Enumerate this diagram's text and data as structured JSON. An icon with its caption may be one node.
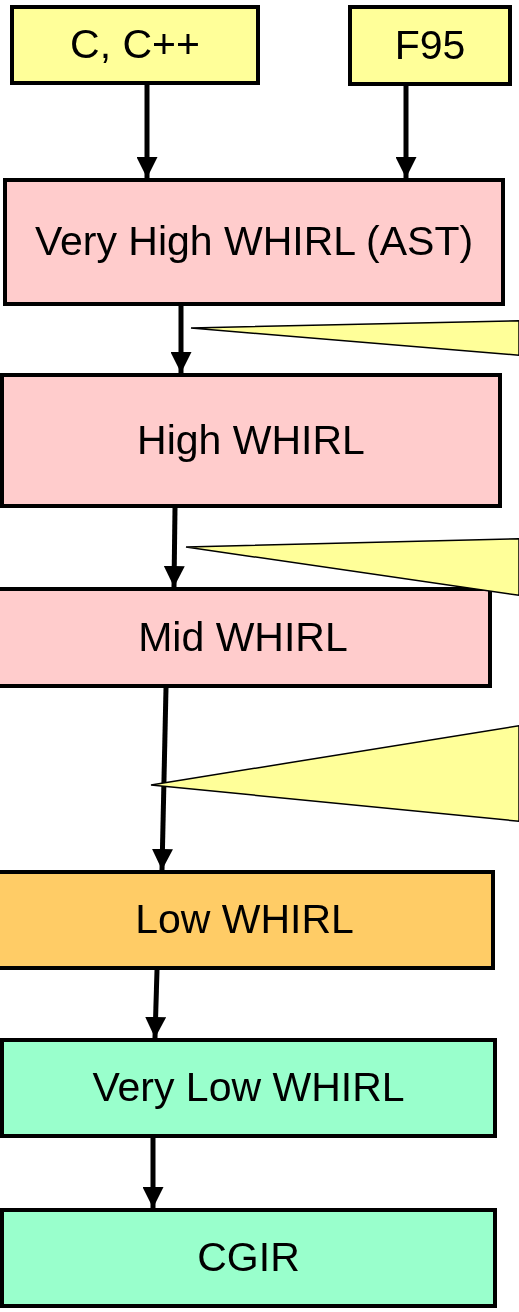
{
  "diagram": {
    "nodes": [
      {
        "text": [
          "C, C++"
        ]
      },
      {
        "text": [
          "F95"
        ]
      },
      {
        "text": [
          "Very High WHIRL (AST)"
        ]
      },
      {
        "text": [
          "High WHIRL"
        ]
      },
      {
        "text": [
          "Mid WHIRL"
        ]
      },
      {
        "text": [
          "Low WHIRL"
        ]
      },
      {
        "text": [
          "Very Low WHIRL"
        ]
      },
      {
        "text": [
          "CGIR"
        ]
      },
      {
        "text": [],
        "shape": "triangle"
      },
      {
        "text": [],
        "shape": "triangle"
      },
      {
        "text": [],
        "shape": "triangle"
      }
    ],
    "edges": [
      {
        "from": 0,
        "to": 2,
        "arrow": "to"
      },
      {
        "from": 1,
        "to": 2,
        "arrow": "to"
      },
      {
        "from": 2,
        "to": 3,
        "arrow": "to"
      },
      {
        "from": 3,
        "to": 4,
        "arrow": "to"
      },
      {
        "from": 4,
        "to": 5,
        "arrow": "to"
      },
      {
        "from": 5,
        "to": 6,
        "arrow": "to"
      },
      {
        "from": 6,
        "to": 7,
        "arrow": "to"
      }
    ]
  }
}
